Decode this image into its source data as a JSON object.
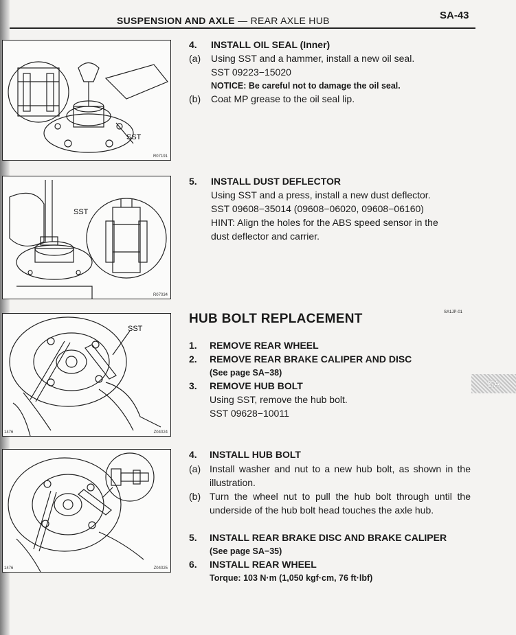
{
  "header": {
    "title_main": "SUSPENSION AND AXLE",
    "title_dash": " — ",
    "title_sub": "REAR AXLE HUB",
    "page_number": "SA-43"
  },
  "figures": [
    {
      "code": "R07191",
      "labels": [
        "SST"
      ]
    },
    {
      "code": "R07034",
      "labels": [
        "SST"
      ]
    },
    {
      "code": "Z04024",
      "labels": [
        "SST"
      ],
      "side": "1476"
    },
    {
      "code": "Z04025",
      "labels": [],
      "side": "1476"
    }
  ],
  "step4_seal": {
    "number": "4.",
    "title": "INSTALL OIL SEAL (Inner)",
    "a_marker": "(a)",
    "a_text": "Using SST and a hammer, install a new oil seal.",
    "sst": "SST 09223−15020",
    "notice": "NOTICE: Be careful not to damage the oil seal.",
    "b_marker": "(b)",
    "b_text": "Coat MP grease to the oil seal lip."
  },
  "step5_deflector": {
    "number": "5.",
    "title": "INSTALL DUST DEFLECTOR",
    "line1": "Using SST and a press, install a new dust deflector.",
    "line2": "SST 09608−35014 (09608−06020, 09608−06160)",
    "line3": "HINT: Align the holes for the ABS speed sensor in the",
    "line4": "dust deflector and carrier."
  },
  "section": {
    "title": "HUB BOLT REPLACEMENT",
    "code": "SA1JP-01"
  },
  "hub_steps": {
    "s1_num": "1.",
    "s1_title": "REMOVE REAR WHEEL",
    "s2_num": "2.",
    "s2_title": "REMOVE REAR BRAKE CALIPER AND DISC",
    "s2_ref": "(See page SA−38)",
    "s3_num": "3.",
    "s3_title": "REMOVE HUB BOLT",
    "s3_line1": "Using SST, remove the hub bolt.",
    "s3_sst": "SST 09628−10011",
    "s4_num": "4.",
    "s4_title": "INSTALL HUB BOLT",
    "s4_a_marker": "(a)",
    "s4_a_text": "Install washer and nut to a new hub bolt, as shown in the illustration.",
    "s4_b_marker": "(b)",
    "s4_b_text": "Turn the wheel nut to pull the hub bolt through until the underside of the hub bolt head touches the axle hub.",
    "s5_num": "5.",
    "s5_title": "INSTALL REAR BRAKE DISC AND BRAKE CALIPER",
    "s5_ref": "(See page SA−35)",
    "s6_num": "6.",
    "s6_title": "INSTALL REAR WHEEL",
    "torque": "Torque: 103 N·m (1,050 kgf·cm, 76 ft·lbf)"
  },
  "tab_label": "SA"
}
